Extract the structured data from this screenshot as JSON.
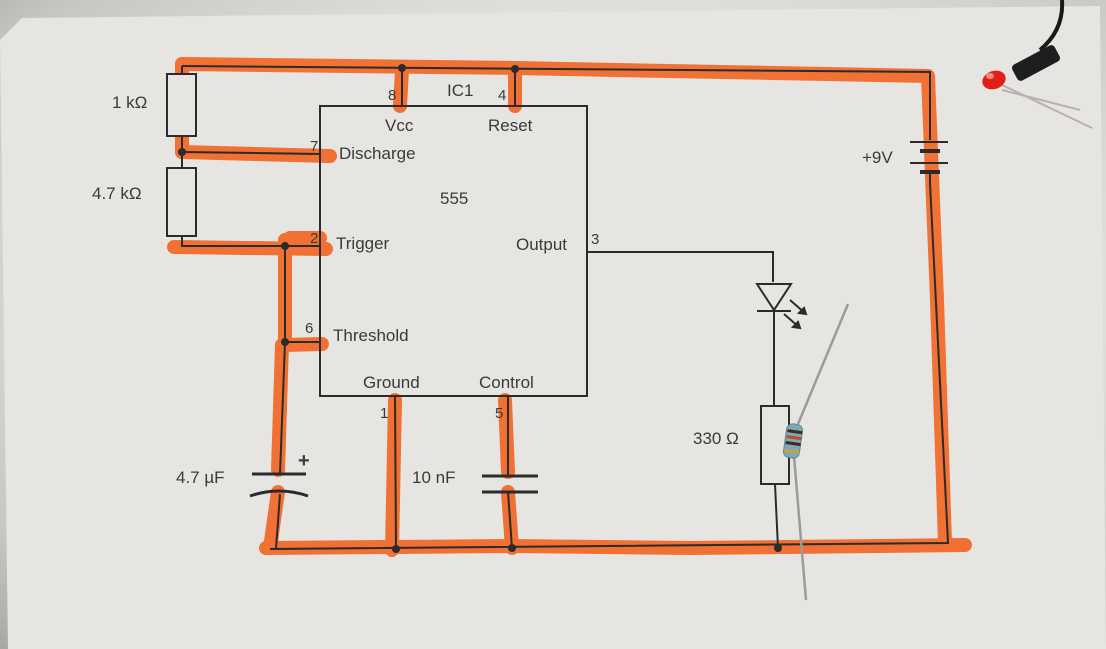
{
  "ic": {
    "name": "IC1",
    "type": "555",
    "pins": {
      "vcc": {
        "num": "8",
        "label": "Vcc"
      },
      "reset": {
        "num": "4",
        "label": "Reset"
      },
      "discharge": {
        "num": "7",
        "label": "Discharge"
      },
      "trigger": {
        "num": "2",
        "label": "Trigger"
      },
      "threshold": {
        "num": "6",
        "label": "Threshold"
      },
      "output": {
        "num": "3",
        "label": "Output"
      },
      "ground": {
        "num": "1",
        "label": "Ground"
      },
      "control": {
        "num": "5",
        "label": "Control"
      }
    }
  },
  "components": {
    "r1": "1 kΩ",
    "r2": "4.7 kΩ",
    "r3": "330 Ω",
    "c1": "4.7 µF",
    "c1_polarity": "+",
    "c2": "10 nF",
    "battery": "+9V"
  },
  "colors": {
    "highlight": "#f26a2a",
    "wire": "#2b2b2b",
    "led": "#e0201b"
  }
}
